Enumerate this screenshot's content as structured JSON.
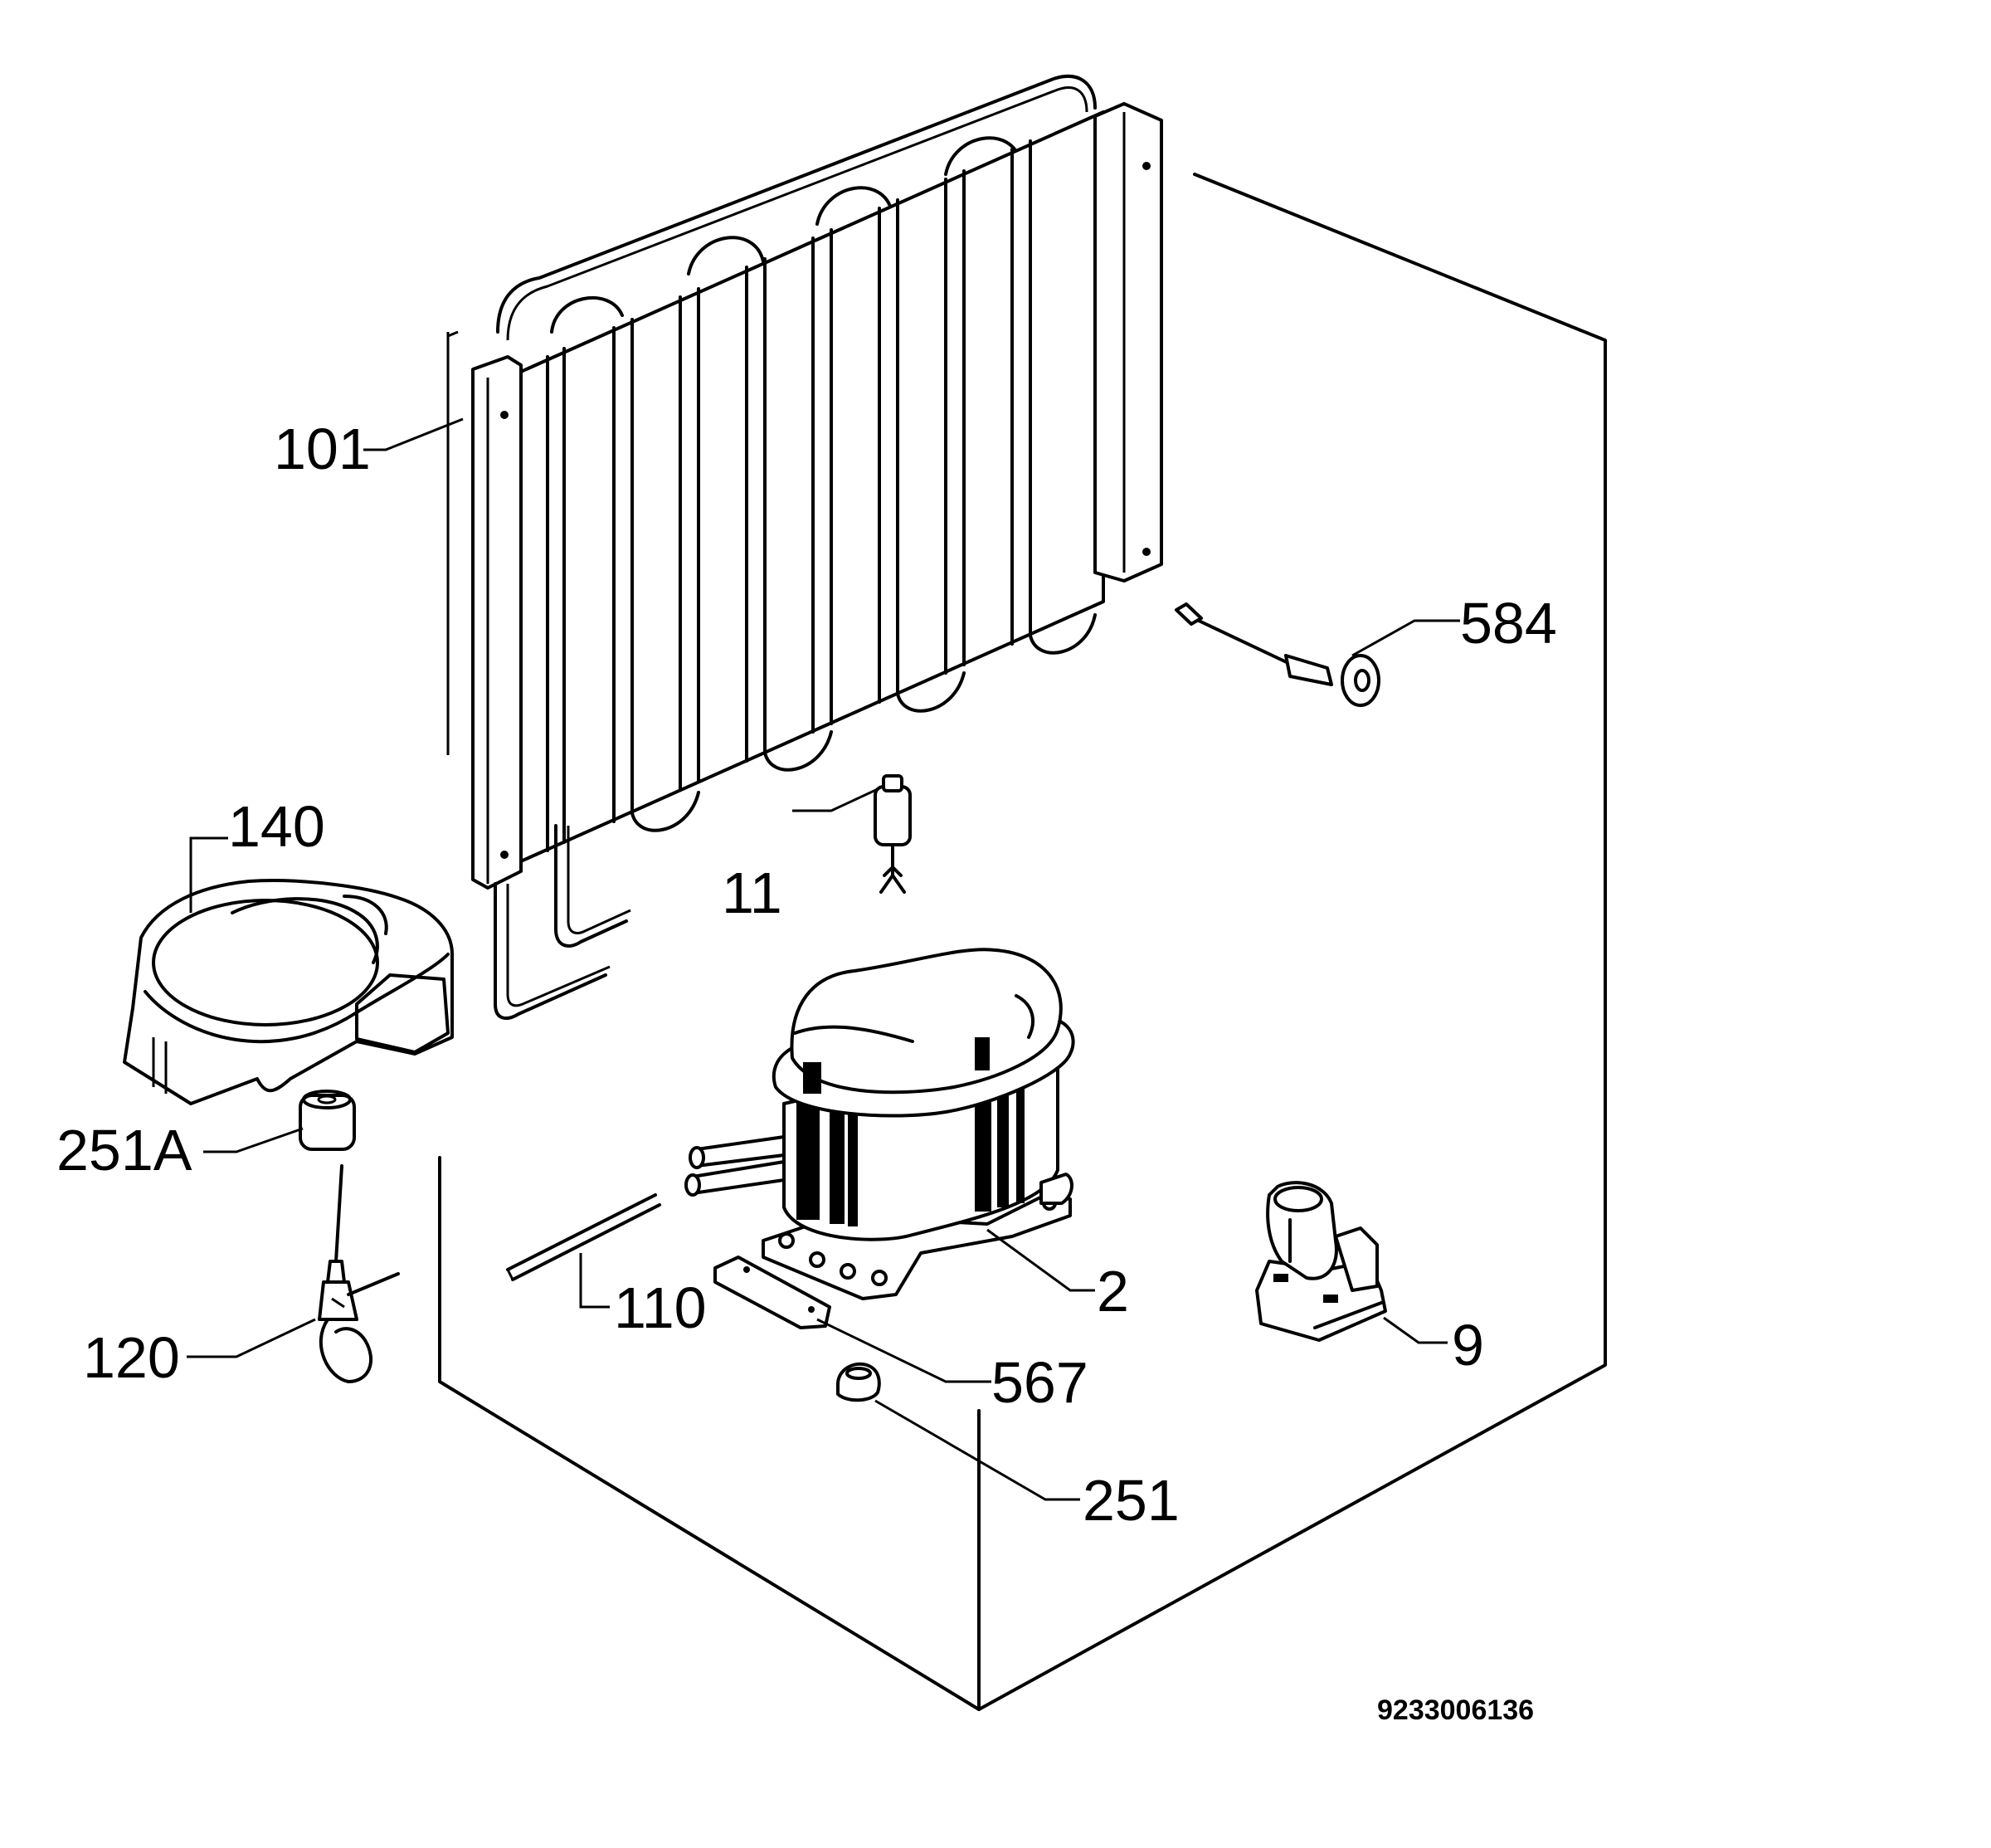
{
  "callouts": {
    "c101": "101",
    "c584": "584",
    "c140": "140",
    "c11": "11",
    "c251A": "251A",
    "c110": "110",
    "c2": "2",
    "c120": "120",
    "c9": "9",
    "c567": "567",
    "c251": "251"
  },
  "document_number": "9233006136"
}
